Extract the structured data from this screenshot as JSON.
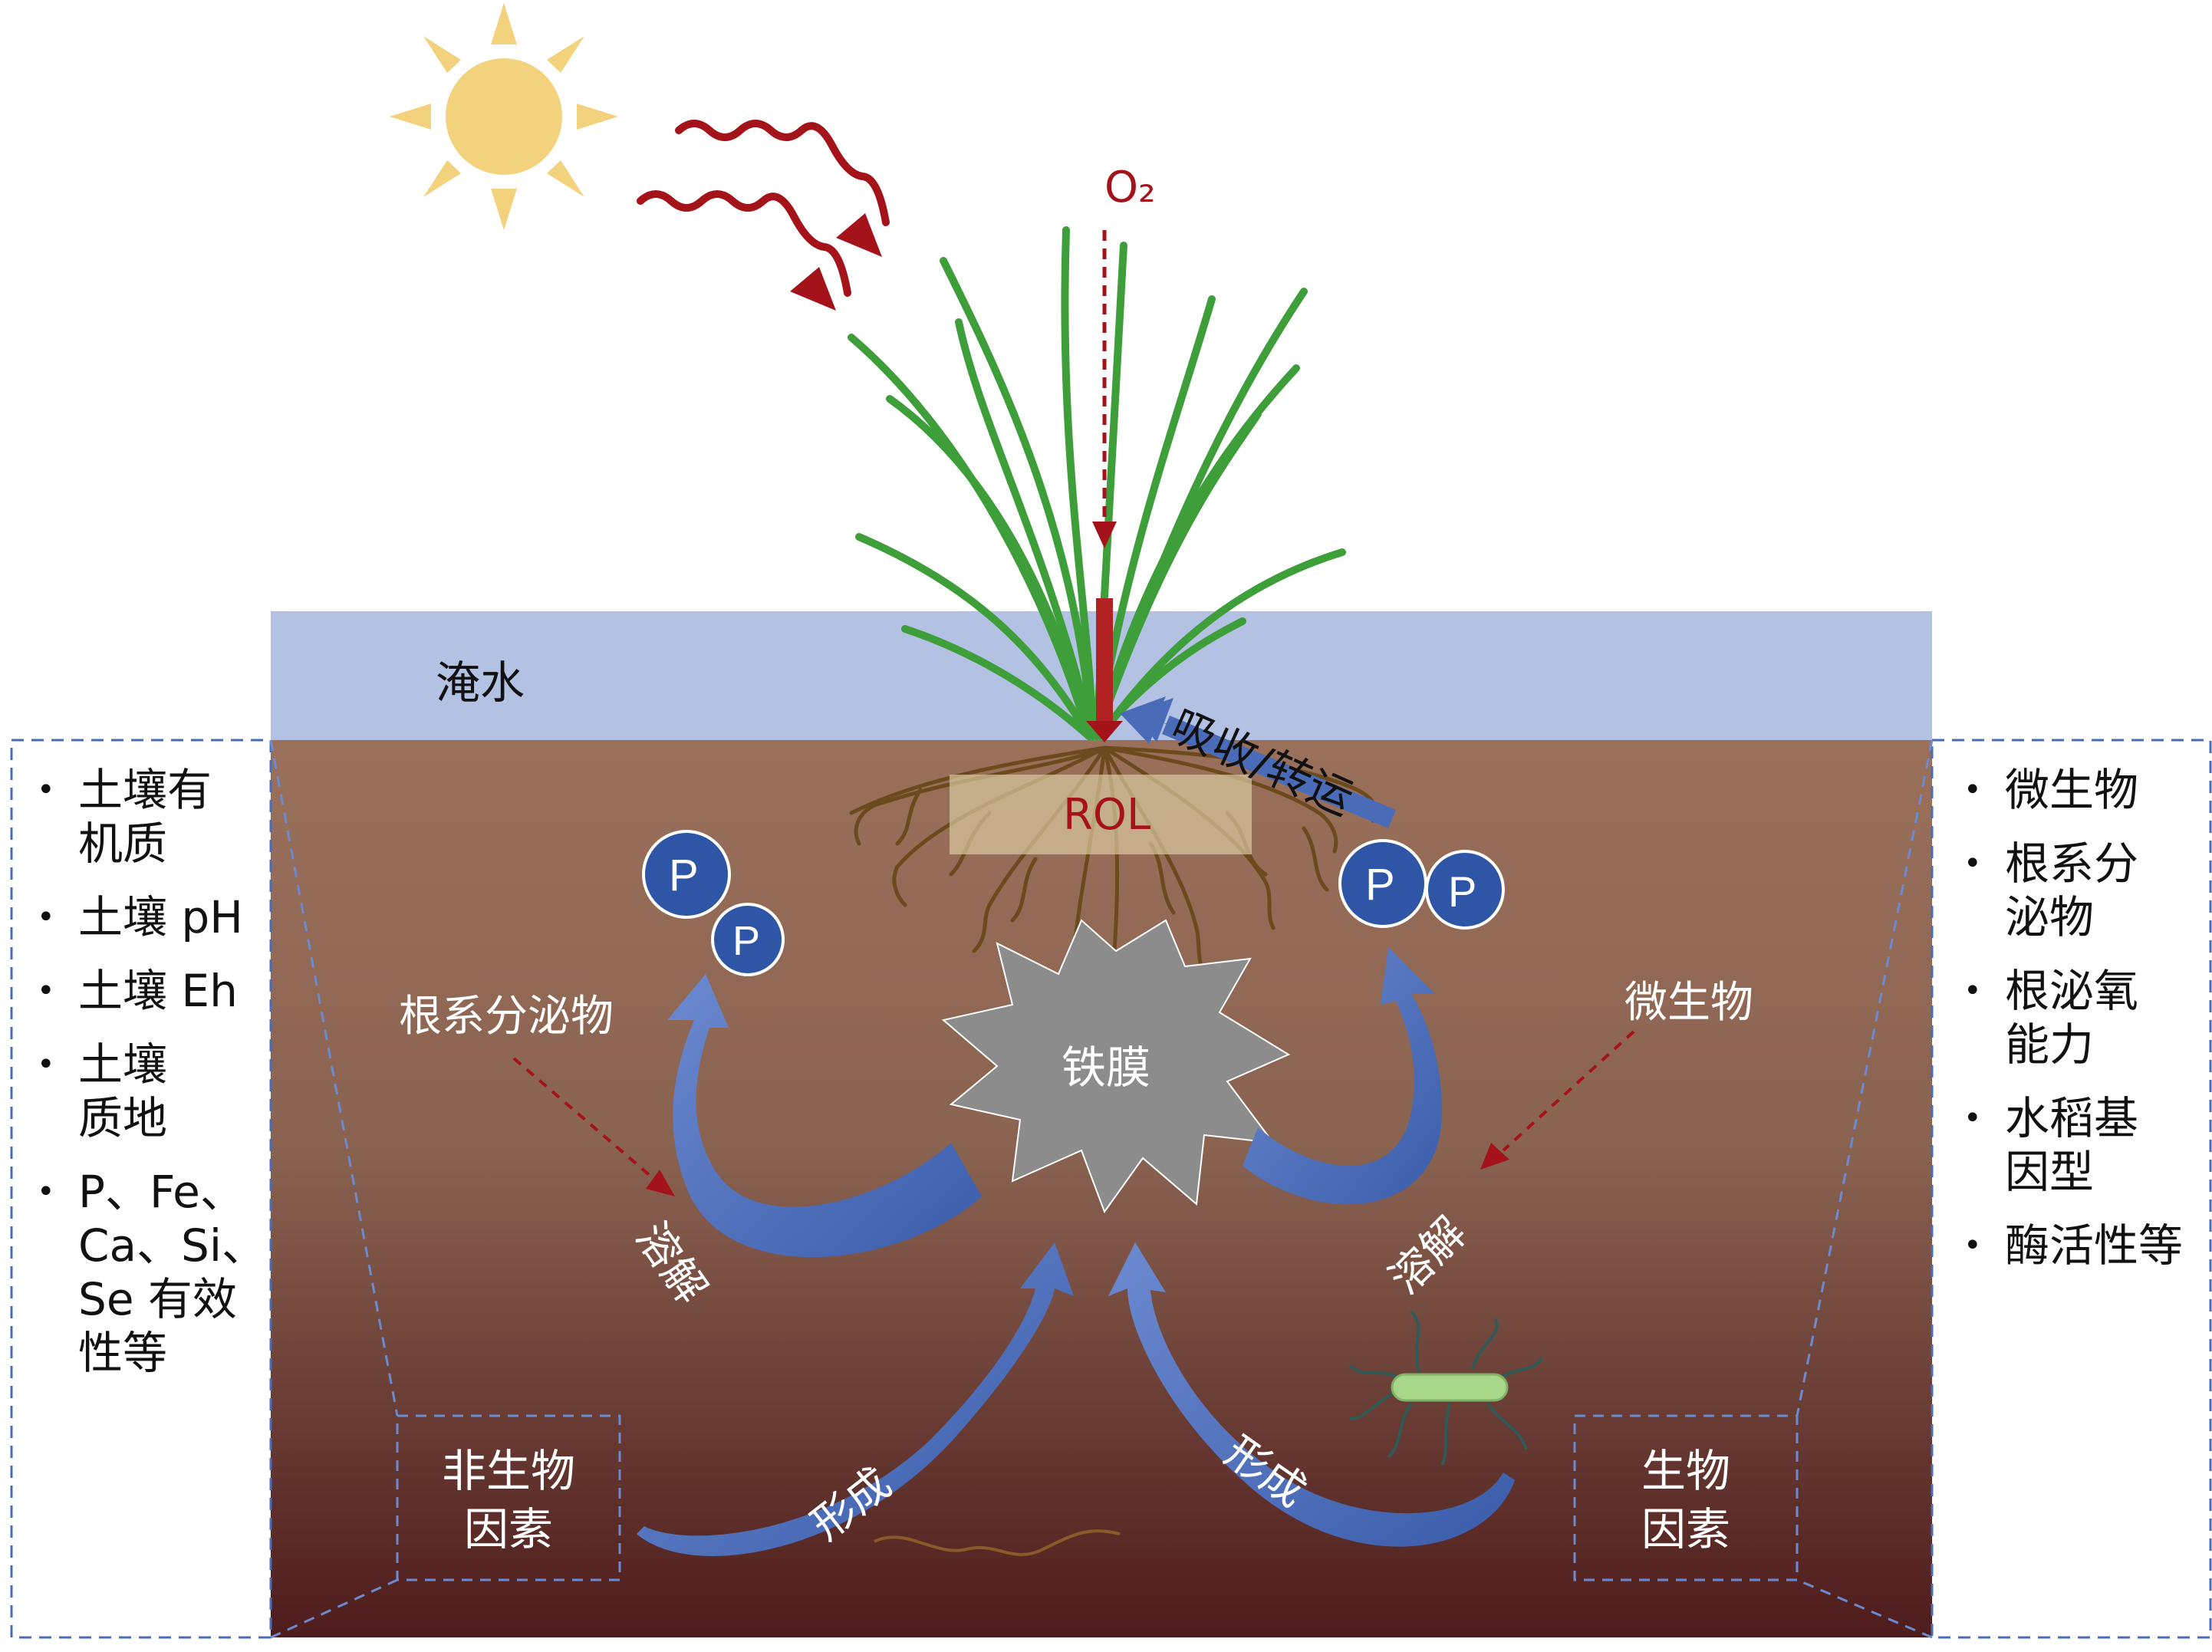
{
  "o2_label": "O₂",
  "water_label": "淹水",
  "rol_label": "ROL",
  "uptake_label": "吸收/转运",
  "p_label": "P",
  "plaque_label": "铁膜",
  "root_exudates_label": "根系分泌物",
  "microbes_label": "微生物",
  "dissolve_left": "溶解",
  "dissolve_right": "溶解",
  "form_left": "形成",
  "form_right": "形成",
  "abiotic_box": "非生物\n因素",
  "biotic_box": "生物\n因素",
  "left_list": [
    "土壤有\n机质",
    "土壤 pH",
    "土壤 Eh",
    "土壤\n质地",
    "P、Fe、\nCa、Si、\nSe 有效\n性等"
  ],
  "right_list": [
    "微生物",
    "根系分\n泌物",
    "根泌氧\n能力",
    "水稻基\n因型",
    "酶活性等"
  ],
  "colors": {
    "sun": "#F2D27C",
    "radiation": "#A5131A",
    "water": "#B3C1E3",
    "soil_top": "#9A705A",
    "soil_bottom": "#4E1C1C",
    "p_circle": "#2F56A6",
    "arrow_blue": "#4A6CB8",
    "plaque": "#8C8C8C",
    "leaf": "#3E9E3A",
    "root": "#6B4A1E",
    "oxygen": "#A5131A",
    "bacterium": "#A9D78A"
  }
}
